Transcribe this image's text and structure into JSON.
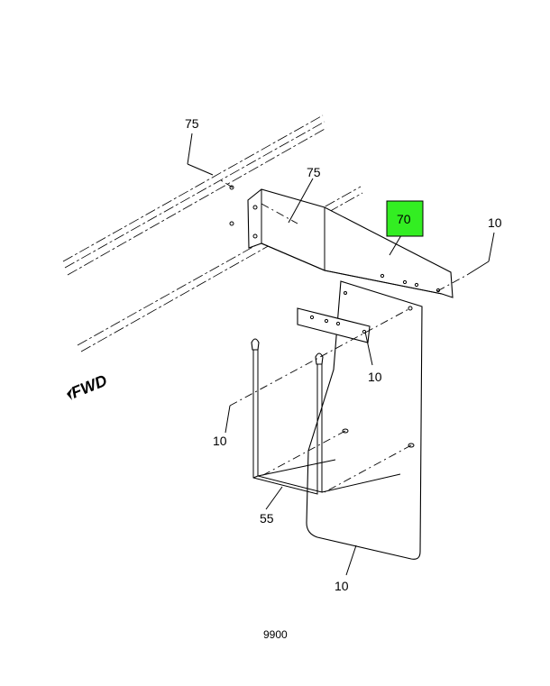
{
  "callouts": {
    "rail_top": "75",
    "bracket": "75",
    "highlighted": "70",
    "right_bolt": "10",
    "plate": "10",
    "left_bolt": "10",
    "hanger": "55",
    "flap": "10"
  },
  "direction_label": "FWD",
  "figure_number": "9900",
  "colors": {
    "highlight": "#33ee22",
    "line": "#000000",
    "background": "#ffffff"
  }
}
